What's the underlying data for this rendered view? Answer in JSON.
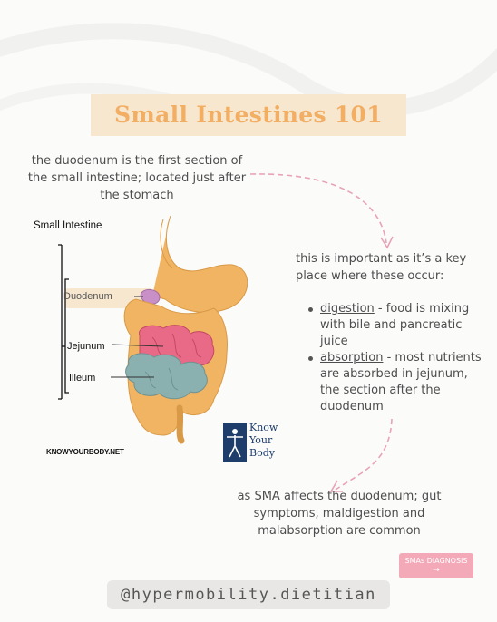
{
  "title": "Small Intestines 101",
  "intro_text": "the duodenum is the first section of the small intestine; located just after the stomach",
  "key_text": "this is important as it’s a key place where these occur:",
  "bullets": [
    {
      "term": "digestion",
      "rest": " - food is mixing with bile and pancreatic juice"
    },
    {
      "term": "absorption",
      "rest": " - most nutrients are absorbed in jejunum, the section after the duodenum"
    }
  ],
  "outro_text": "as SMA affects the duodenum; gut symptoms, maldigestion and malabsorption are common",
  "diagram": {
    "title": "Small Intestine",
    "labels": {
      "duodenum": "Duodenum",
      "jejunum": "Jejunum",
      "ileum": "Illeum"
    },
    "source": "KNOWYOURBODY.NET",
    "logo_lines": [
      "Know",
      "Your",
      "Body"
    ]
  },
  "badge": {
    "label": "SMAs DIAGNOSIS",
    "arrow": "→"
  },
  "handle": "@hypermobility.dietitian",
  "colors": {
    "title": "#f2ae63",
    "title_bg": "#f7e7cf",
    "arrow": "#e8a3b6",
    "badge": "#f4a9b8",
    "stomach": "#f0b462",
    "jejunum": "#e96a86",
    "ileum": "#8ab0b0",
    "logo": "#1e3d6b"
  }
}
